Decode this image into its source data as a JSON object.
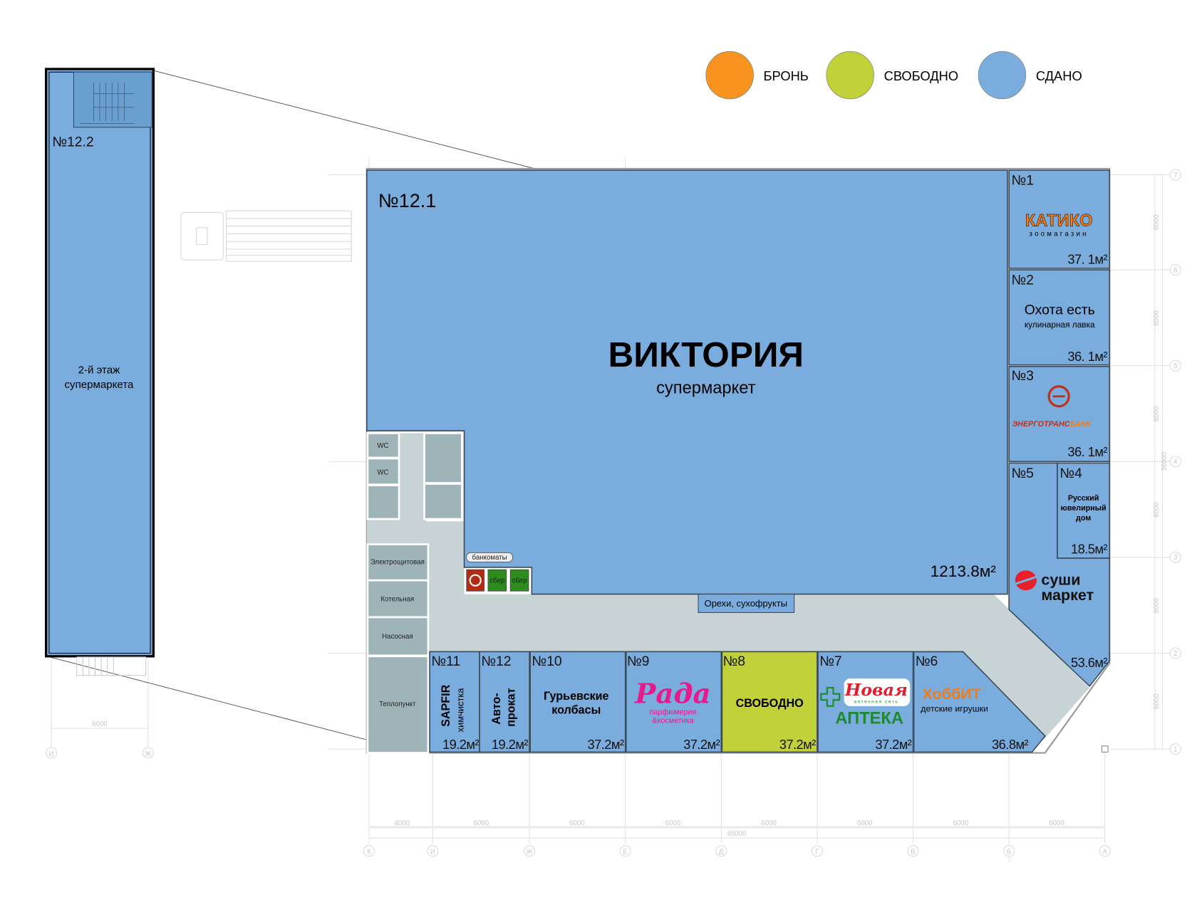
{
  "legend": [
    {
      "label": "БРОНЬ",
      "color": "#f7931e"
    },
    {
      "label": "СВОБОДНО",
      "color": "#c0d13a"
    },
    {
      "label": "СДАНО",
      "color": "#7aadde"
    }
  ],
  "second_floor": {
    "number": "№12.2",
    "line1": "2-й этаж",
    "line2": "супермаркета",
    "dim": "6000",
    "axis_left": "И",
    "axis_right": "Ж"
  },
  "supermarket": {
    "number": "№12.1",
    "name": "ВИКТОРИЯ",
    "type": "супермаркет",
    "area": "1213.8м²"
  },
  "kiosk": "Орехи, сухофрукты",
  "atms": {
    "label": "банкоматы",
    "sber1": "сбер",
    "sber2": "сбер"
  },
  "service_rooms": {
    "wc1": "WC",
    "wc2": "WC",
    "electro": "Электрощитовая",
    "boiler": "Котельная",
    "pump": "Насосная",
    "heat": "Теплопункт"
  },
  "shops": {
    "s1": {
      "number": "№1",
      "logo": "КАТИКО",
      "sub": "зоомагазин",
      "area": "37. 1м²",
      "status": "сдано"
    },
    "s2": {
      "number": "№2",
      "name": "Охота есть",
      "sub": "кулинарная лавка",
      "area": "36. 1м²",
      "status": "сдано"
    },
    "s3": {
      "number": "№3",
      "logo_a": "ЭНЕРГОТРАНС",
      "logo_b": "БАНК",
      "area": "36. 1м²",
      "status": "сдано"
    },
    "s4": {
      "number": "№4",
      "l1": "Русский",
      "l2": "ювелирный",
      "l3": "дом",
      "area": "18.5м²",
      "status": "сдано"
    },
    "s5": {
      "number": "№5",
      "l1": "суши",
      "l2": "маркет",
      "area": "53.6м²",
      "status": "сдано"
    },
    "s6": {
      "number": "№6",
      "logo": "ХоббИТ",
      "sub": "детские игрушки",
      "area": "36.8м²",
      "status": "сдано"
    },
    "s7": {
      "number": "№7",
      "logo": "Новая",
      "logo_sub": "аптечная сеть",
      "name": "АПТЕКА",
      "area": "37.2м²",
      "status": "сдано"
    },
    "s8": {
      "number": "№8",
      "name": "СВОБОДНО",
      "area": "37.2м²",
      "status": "свободно"
    },
    "s9": {
      "number": "№9",
      "logo": "Рада",
      "l1": "парфюмерия",
      "l2": "&косметика",
      "area": "37.2м²",
      "status": "сдано"
    },
    "s10": {
      "number": "№10",
      "l1": "Гурьевские",
      "l2": "колбасы",
      "area": "37.2м²",
      "status": "сдано"
    },
    "s11": {
      "number": "№11",
      "l1": "SAPFIR",
      "l2": "химчистка",
      "area": "19.2м²",
      "status": "сдано"
    },
    "s12": {
      "number": "№12",
      "l1": "Авто-",
      "l2": "прокат",
      "area": "19.2м²",
      "status": "сдано"
    }
  },
  "grid": {
    "col_axes": [
      "К",
      "И",
      "Ж",
      "Е",
      "Д",
      "Г",
      "В",
      "Б",
      "А"
    ],
    "row_axes": [
      "7",
      "6",
      "5",
      "4",
      "3",
      "2",
      "1"
    ],
    "col_dims": [
      "4000",
      "6000",
      "6000",
      "6000",
      "6000",
      "6000",
      "6000",
      "6000"
    ],
    "total_width": "46000",
    "row_dims": [
      "6000",
      "6000",
      "6000",
      "6000",
      "6000",
      "6000"
    ],
    "total_height": "36000"
  }
}
